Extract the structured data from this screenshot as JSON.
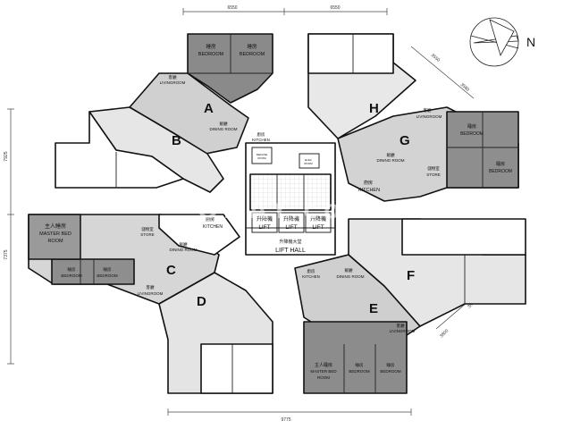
{
  "dimensions": {
    "top_left": "6550",
    "top_right": "6550",
    "bottom": "9775",
    "left_upper": "7925",
    "left_lower": "7375",
    "diag_h_a": "3550",
    "diag_h_b": "3560",
    "diag_e_a": "3800",
    "diag_e_b": "3800"
  },
  "compass": {
    "label": "N"
  },
  "units": [
    "A",
    "B",
    "C",
    "D",
    "E",
    "F",
    "G",
    "H"
  ],
  "rooms": {
    "a_bed1_cn": "睡房",
    "a_bed1_en": "BEDROOM",
    "a_bed2_cn": "睡房",
    "a_bed2_en": "BEDROOM",
    "a_living_cn": "客廳",
    "a_living_en": "LIVINGROOM",
    "a_dining_cn": "飯廳",
    "a_dining_en": "DINING ROOM",
    "a_kitchen_cn": "廚房",
    "a_kitchen_en": "KITCHEN",
    "b_kitchen_cn": "廚房",
    "b_kitchen_en": "KITCHEN",
    "c_master_cn": "主人睡房",
    "c_master_en1": "MASTER BED",
    "c_master_en2": "ROOM",
    "c_store_cn": "儲物室",
    "c_store_en": "STORE",
    "c_dining_cn": "飯廳",
    "c_dining_en": "DINING ROOM",
    "c_bed1_cn": "睡房",
    "c_bed1_en": "BEDROOM",
    "c_bed2_cn": "睡房",
    "c_bed2_en": "BEDROOM",
    "c_living_cn": "客廳",
    "c_living_en": "LIVINGROOM",
    "e_kitchen_cn": "廚房",
    "e_kitchen_en": "KITCHEN",
    "e_dining_cn": "飯廳",
    "e_dining_en": "DINING ROOM",
    "e_living_cn": "客廳",
    "e_living_en": "LIVINGROOM",
    "e_master_cn": "主人睡房",
    "e_master_en1": "MASTER BED",
    "e_master_en2": "ROOM",
    "e_bed1_cn": "睡房",
    "e_bed1_en": "BEDROOM",
    "e_bed2_cn": "睡房",
    "e_bed2_en": "BEDROOM",
    "g_living_cn": "客廳",
    "g_living_en": "LIVINGROOM",
    "g_bed1_cn": "睡房",
    "g_bed1_en": "BEDROOM",
    "g_bed2_cn": "睡房",
    "g_bed2_en": "BEDROOM",
    "g_dining_cn": "飯廳",
    "g_dining_en": "DINING ROOM",
    "g_store_cn": "儲物室",
    "g_store_en": "STORE",
    "h_kitchen_cn": "廚房",
    "h_kitchen_en": "KITCHEN",
    "lift1_cn": "升降機",
    "lift1_en": "LIFT",
    "lift2_cn": "升降機",
    "lift2_en": "LIFT",
    "lift3_cn": "升降機",
    "lift3_en": "LIFT",
    "lift_hall_cn": "升降機大堂",
    "lift_hall_en": "LIFT HALL",
    "refuse_en1": "REFUSE",
    "refuse_en2": "ROOM",
    "elec_en1": "ELEC",
    "elec_en2": "ROOM"
  },
  "watermark": {
    "text": "OKAY.com"
  },
  "brand": {
    "cn": "千居",
    "en": "SPACIOUS.HK"
  }
}
